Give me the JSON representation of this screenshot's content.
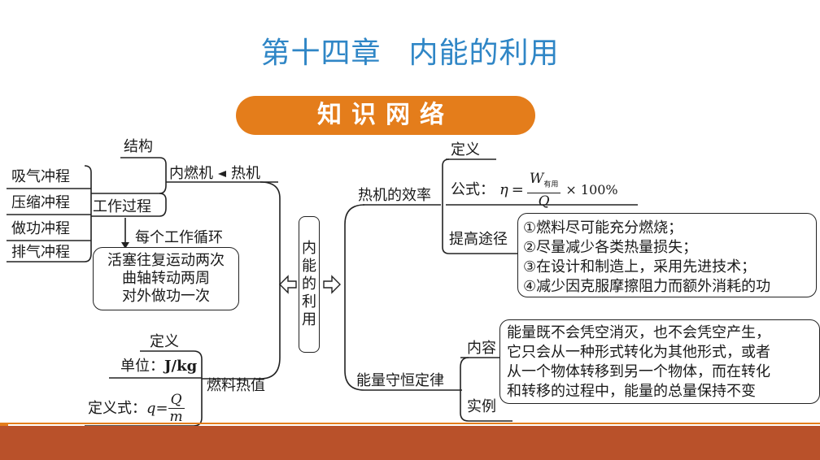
{
  "header": {
    "chapter": "第十四章",
    "title": "内能的利用",
    "banner": "知识网络"
  },
  "center": {
    "chars": [
      "内",
      "能",
      "的",
      "利",
      "用"
    ]
  },
  "left": {
    "structure": "结构",
    "engine": "内燃机",
    "heat_engine": "热机",
    "work_process": "工作过程",
    "strokes": [
      "吸气冲程",
      "压缩冲程",
      "做功冲程",
      "排气冲程"
    ],
    "per_cycle": "每个工作循环",
    "cycle_facts": [
      "活塞往复运动两次",
      "曲轴转动两周",
      "对外做功一次"
    ],
    "fuel": {
      "definition": "定义",
      "unit_label": "单位：",
      "unit_value": "J/kg",
      "heat_value": "燃料热值",
      "formula_label": "定义式：",
      "formula_var": "q",
      "formula_eq": "=",
      "formula_num": "Q",
      "formula_den": "m"
    }
  },
  "right": {
    "efficiency": "热机的效率",
    "definition": "定义",
    "formula_label": "公式：",
    "eta": "η",
    "eq": "=",
    "w": "W",
    "w_sub": "有用",
    "q": "Q",
    "times": "× 100%",
    "improve": "提高途径",
    "improve_items": [
      "①燃料尽可能充分燃烧；",
      "②尽量减少各类热量损失；",
      "③在设计和制造上，采用先进技术；",
      "④减少因克服摩擦阻力而额外消耗的功"
    ],
    "conservation": "能量守恒定律",
    "content": "内容",
    "example": "实例",
    "content_lines": [
      "能量既不会凭空消灭，也不会凭空产生，",
      "它只会从一种形式转化为其他形式，或者",
      "从一个物体转移到另一个物体，而在转化",
      "和转移的过程中，能量的总量保持不变"
    ]
  },
  "colors": {
    "title": "#2f86c6",
    "banner": "#e47d1b",
    "footer": "#b9512a"
  }
}
